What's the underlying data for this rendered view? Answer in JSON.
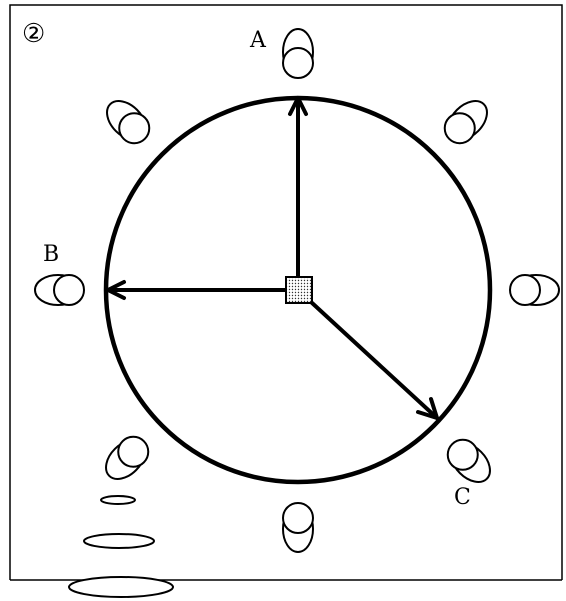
{
  "figure": {
    "panel_number": "②",
    "labels": {
      "a": "A",
      "b": "B",
      "c": "C"
    },
    "seat_count": 8,
    "arrow_targets": [
      "A",
      "B",
      "C"
    ]
  }
}
